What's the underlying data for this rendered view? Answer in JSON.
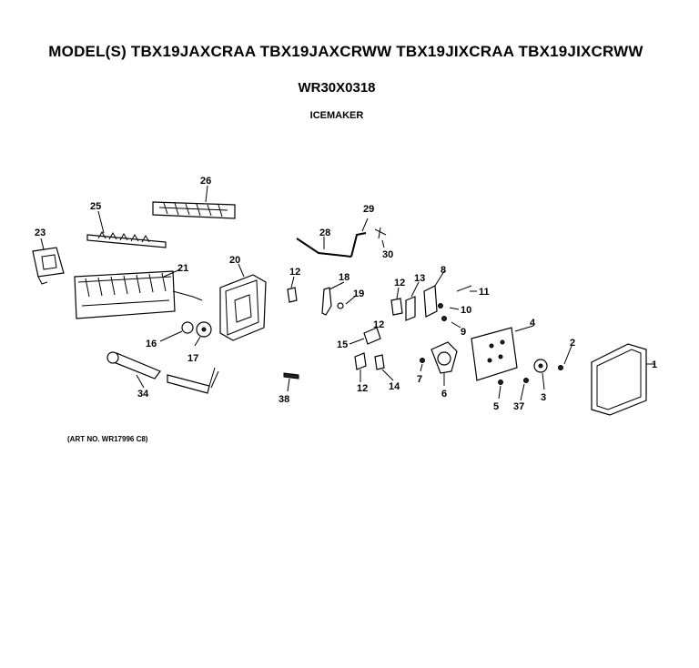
{
  "header": {
    "models": "MODEL(S) TBX19JAXCRAA  TBX19JAXCRWW  TBX19JIXCRAA  TBX19JIXCRWW",
    "part_number": "WR30X0318",
    "section": "ICEMAKER"
  },
  "footer": {
    "art_number": "(ART NO. WR17996 C8)"
  },
  "callouts": [
    "1",
    "2",
    "3",
    "4",
    "5",
    "6",
    "7",
    "8",
    "9",
    "10",
    "11",
    "12",
    "12",
    "12",
    "12",
    "13",
    "14",
    "15",
    "16",
    "17",
    "18",
    "19",
    "20",
    "21",
    "23",
    "25",
    "26",
    "28",
    "29",
    "30",
    "34",
    "37",
    "38"
  ]
}
